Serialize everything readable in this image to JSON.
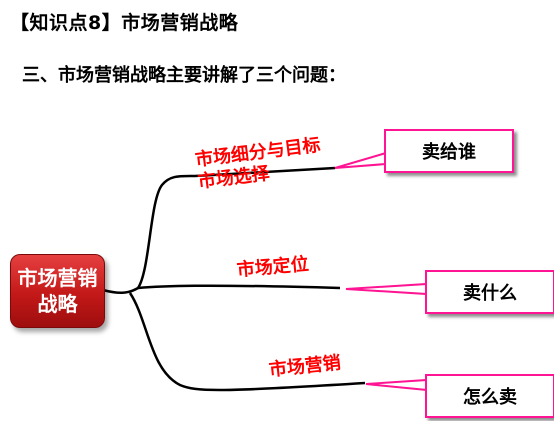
{
  "title": "【知识点8】市场营销战略",
  "subtitle": "三、市场营销战略主要讲解了三个问题：",
  "root_label": "市场营销战略",
  "branches": [
    {
      "label": "市场细分与目标市场选择",
      "answer": "卖给谁"
    },
    {
      "label": "市场定位",
      "answer": "卖什么"
    },
    {
      "label": "市场营销",
      "answer": "怎么卖"
    }
  ],
  "colors": {
    "root_fill": "#c31818",
    "branch_text": "#ff0000",
    "callout_border": "#ff1493",
    "line": "#000000"
  }
}
